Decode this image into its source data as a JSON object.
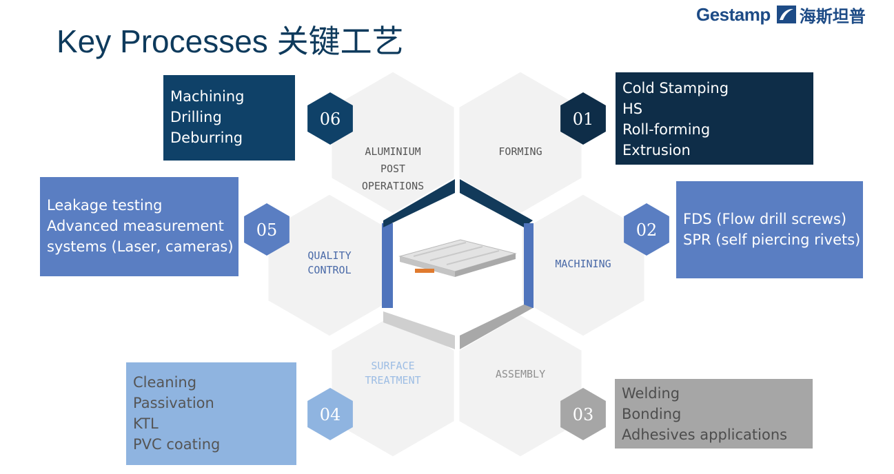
{
  "title": "Key Processes 关键工艺",
  "logo": {
    "brand": "Gestamp",
    "cn": "海斯坦普"
  },
  "colors": {
    "title": "#0e3a5c",
    "hex_fill": "#f2f2f2"
  },
  "processes": [
    {
      "num": "01",
      "label_lines": [
        "FORMING"
      ],
      "details": [
        "Cold Stamping",
        "HS",
        "Roll-forming",
        "Extrusion"
      ],
      "color": "#0e2d48",
      "label_color": "#555555",
      "text_color": "#ffffff"
    },
    {
      "num": "02",
      "label_lines": [
        "MACHINING"
      ],
      "details": [
        "FDS (Flow drill screws)",
        "SPR (self piercing rivets)"
      ],
      "color": "#5a7ec2",
      "label_color": "#4a6aa8",
      "text_color": "#ffffff"
    },
    {
      "num": "03",
      "label_lines": [
        "ASSEMBLY"
      ],
      "details": [
        "Welding",
        "Bonding",
        "Adhesives applications"
      ],
      "color": "#a6a6a6",
      "label_color": "#8f8f8f",
      "text_color": "#4d4d4d"
    },
    {
      "num": "04",
      "label_lines": [
        "SURFACE",
        "TREATMENT"
      ],
      "details": [
        "Cleaning",
        "Passivation",
        "KTL",
        "PVC coating"
      ],
      "color": "#8fb4e0",
      "label_color": "#9dbde4",
      "text_color": "#555555"
    },
    {
      "num": "05",
      "label_lines": [
        "QUALITY",
        "CONTROL"
      ],
      "details": [
        "Leakage testing",
        "Advanced measurement",
        "systems (Laser, cameras)"
      ],
      "color": "#5a7ec2",
      "label_color": "#4a6aa8",
      "text_color": "#ffffff"
    },
    {
      "num": "06",
      "label_lines": [
        "ALUMINIUM",
        "POST",
        "OPERATIONS"
      ],
      "details": [
        "Machining",
        "Drilling",
        "Deburring"
      ],
      "color": "#0f4168",
      "label_color": "#555555",
      "text_color": "#ffffff"
    }
  ]
}
